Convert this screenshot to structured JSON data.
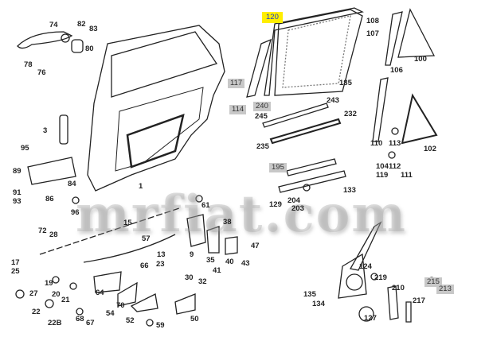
{
  "diagram": {
    "watermark": "mrfiat.com",
    "part_labels": [
      "74",
      "82",
      "83",
      "80",
      "78",
      "76",
      "3",
      "95",
      "89",
      "91",
      "93",
      "86",
      "84",
      "96",
      "1",
      "117",
      "114",
      "120",
      "240",
      "245",
      "235",
      "185",
      "108",
      "107",
      "100",
      "106",
      "243",
      "232",
      "110",
      "113",
      "102",
      "104",
      "112",
      "119",
      "111",
      "195",
      "129",
      "204",
      "203",
      "133",
      "61",
      "15",
      "38",
      "72",
      "28",
      "57",
      "47",
      "9",
      "13",
      "23",
      "35",
      "40",
      "43",
      "17",
      "25",
      "66",
      "41",
      "30",
      "32",
      "19",
      "27",
      "20",
      "21",
      "64",
      "70",
      "54",
      "22",
      "22B",
      "68",
      "67",
      "52",
      "59",
      "50",
      "124",
      "219",
      "210",
      "215",
      "213",
      "217",
      "135",
      "134",
      "127"
    ],
    "highlighted_labels": {
      "yellow": [
        "120"
      ],
      "gray": [
        "117",
        "114",
        "240",
        "195",
        "215",
        "213"
      ]
    },
    "colors": {
      "highlight_yellow": "#ffee00",
      "highlight_gray": "#c8c8c8",
      "label_blue": "#1a3ad0"
    }
  }
}
